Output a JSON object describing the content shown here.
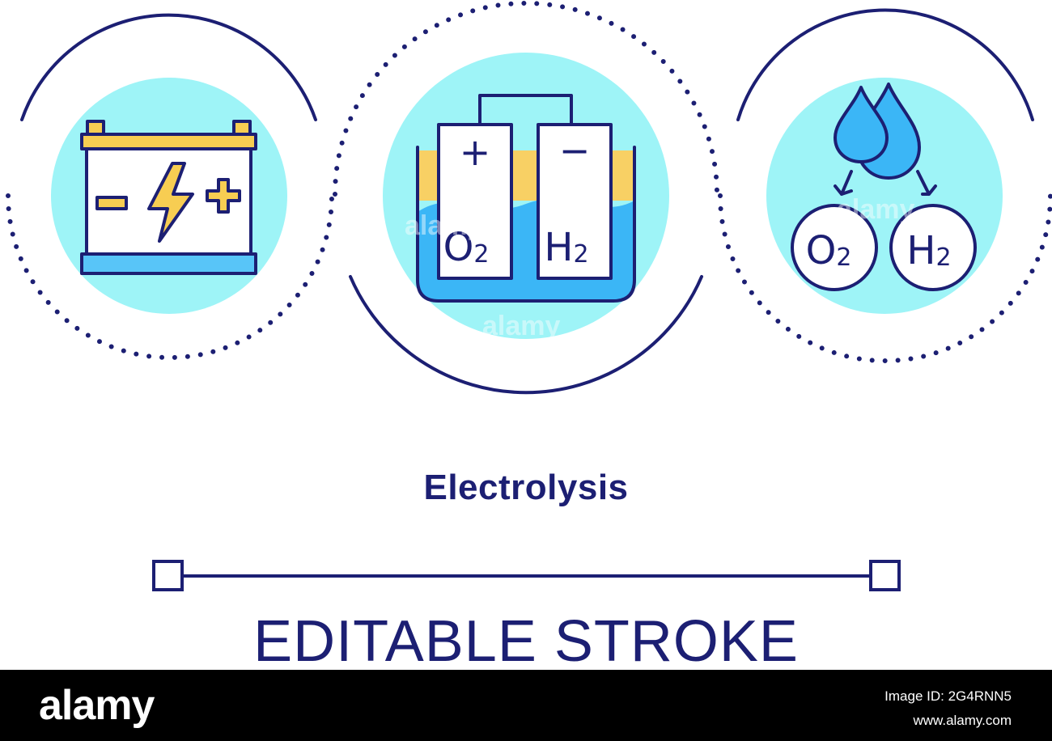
{
  "title": "Electrolysis",
  "subtitle": "EDITABLE STROKE",
  "colors": {
    "outline": "#1c1f73",
    "cyan_background": "#9ef4f7",
    "battery_yellow": "#f7cd52",
    "water_blue": "#3bb6f6",
    "electrolyte_yellow": "#f8d064",
    "battery_blue": "#58c5f8",
    "footer": "#000000"
  },
  "icons": {
    "battery": "car-battery-icon",
    "cell": "electrolysis-cell-icon",
    "drops": "water-drops-icon"
  },
  "battery": {
    "minus_sign": "−",
    "plus_sign": "+"
  },
  "cell": {
    "anode_sign": "+",
    "cathode_sign": "−",
    "oxygen": {
      "symbol": "O",
      "subscript": "2"
    },
    "hydrogen": {
      "symbol": "H",
      "subscript": "2"
    }
  },
  "products": {
    "oxygen": {
      "symbol": "O",
      "subscript": "2"
    },
    "hydrogen": {
      "symbol": "H",
      "subscript": "2"
    }
  },
  "watermarks": [
    "alamy",
    "alamy",
    "alamy"
  ],
  "footer": {
    "brand": "alamy",
    "image_id": "Image ID: 2G4RNN5",
    "site": "www.alamy.com"
  }
}
